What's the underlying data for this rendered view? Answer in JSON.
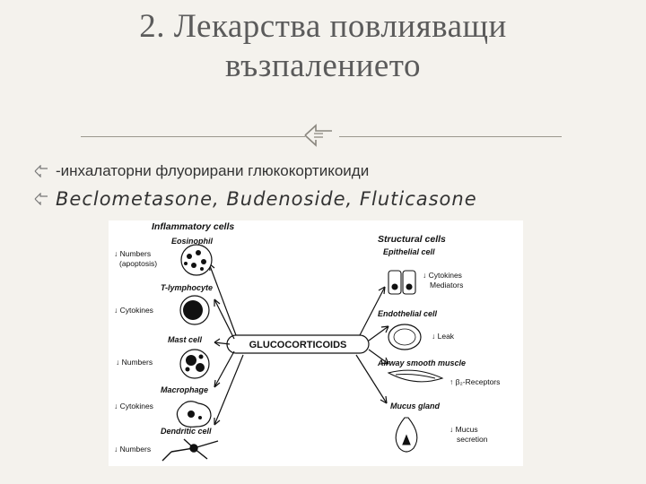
{
  "title": {
    "line1": "2. Лекарства повлияващи",
    "line2": "възпалението"
  },
  "bullets": [
    {
      "text": "-инхалаторни  флуорирани глюкокортикоиди"
    },
    {
      "text": "Beclometasone, Budenoside, Fluticasone"
    }
  ],
  "diagram": {
    "center": "GLUCOCORTICOIDS",
    "left_header": "Inflammatory cells",
    "right_header": "Structural cells",
    "left_cells": [
      {
        "name": "Eosinophil",
        "effect": "↓ Numbers",
        "effect2": "(apoptosis)"
      },
      {
        "name": "T-lymphocyte",
        "effect": "↓ Cytokines"
      },
      {
        "name": "Mast cell",
        "effect": "↓ Numbers"
      },
      {
        "name": "Macrophage",
        "effect": "↓ Cytokines"
      },
      {
        "name": "Dendritic cell",
        "effect": "↓ Numbers"
      }
    ],
    "right_cells": [
      {
        "name": "Epithelial cell",
        "effect": "↓ Cytokines",
        "effect2": "Mediators"
      },
      {
        "name": "Endothelial cell",
        "effect": "↓ Leak"
      },
      {
        "name": "Airway smooth muscle",
        "effect": "↑ β₂-Receptors"
      },
      {
        "name": "Mucus gland",
        "effect": "↓ Mucus",
        "effect2": "secretion"
      }
    ],
    "accent": "#111111"
  }
}
